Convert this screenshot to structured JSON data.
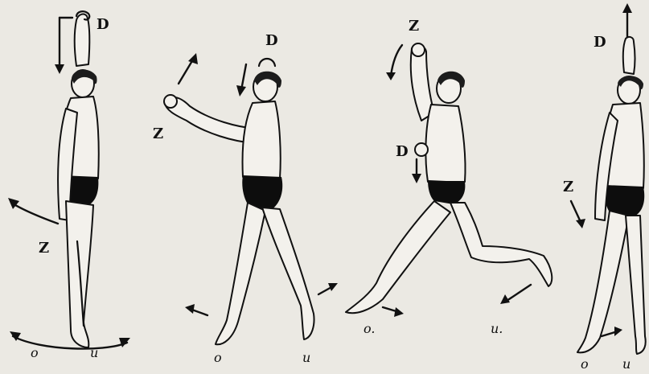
{
  "figures": [
    {
      "id": "figure-1",
      "labels": {
        "upper": "D",
        "lower": "Z",
        "foot_left": "o",
        "foot_right": "u"
      }
    },
    {
      "id": "figure-2",
      "labels": {
        "upper": "D",
        "lower": "Z",
        "foot_left": "o",
        "foot_right": "u"
      }
    },
    {
      "id": "figure-3",
      "labels": {
        "upper": "Z",
        "lower": "D",
        "foot_left": "o.",
        "foot_right": "u."
      }
    },
    {
      "id": "figure-4",
      "labels": {
        "upper": "D",
        "lower": "Z",
        "foot_left": "o",
        "foot_right": "u"
      }
    }
  ],
  "colors": {
    "ink": "#111111",
    "paper": "#ebe9e3",
    "skin": "#f3f1ec"
  }
}
